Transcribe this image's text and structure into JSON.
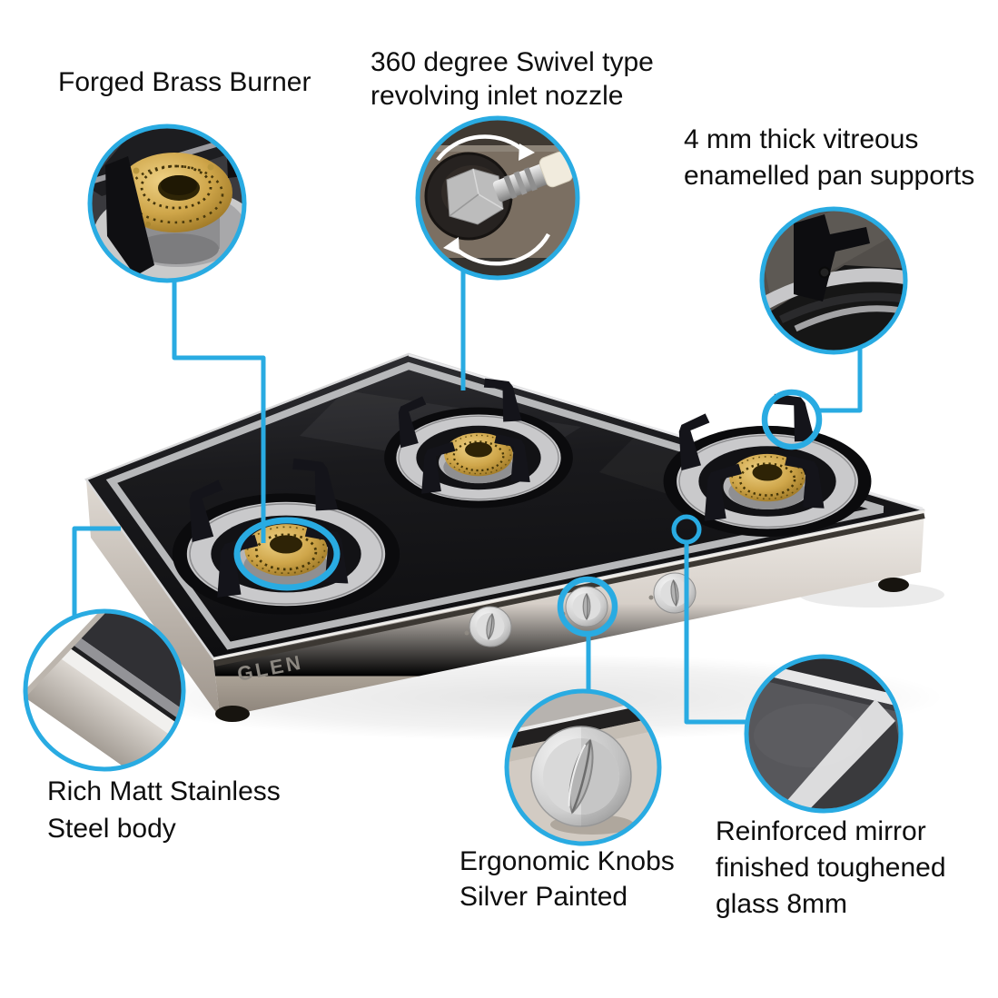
{
  "figure": {
    "kind": "product feature callout image",
    "background": "#ffffff"
  },
  "product": {
    "brand_logo": "GLEN"
  },
  "callouts": [
    {
      "id": "brass-burner",
      "inset_icon": "brass-burner-photo",
      "lines": [
        "Forged Brass Burner"
      ]
    },
    {
      "id": "inlet-nozzle",
      "inset_icon": "swivel-nozzle-photo",
      "lines": [
        "360 degree Swivel type",
        "revolving inlet nozzle"
      ]
    },
    {
      "id": "pan-supports",
      "inset_icon": "pan-support-photo",
      "lines": [
        "4 mm thick vitreous",
        "enamelled pan supports"
      ]
    },
    {
      "id": "steel-body",
      "inset_icon": "steel-body-corner-photo",
      "lines": [
        "Rich Matt Stainless",
        "Steel body"
      ]
    },
    {
      "id": "knobs",
      "inset_icon": "silver-knob-photo",
      "lines": [
        "Ergonomic Knobs",
        "Silver Painted"
      ]
    },
    {
      "id": "glass",
      "inset_icon": "toughened-glass-photo",
      "lines": [
        "Reinforced mirror",
        "finished toughened",
        "glass 8mm"
      ]
    }
  ],
  "colors": {
    "callout_blue": "#29abe2",
    "label_text": "#0e0e0e",
    "brass": "#c9a23f",
    "glass_black": "#17171a",
    "steel_panel": "#d2cbc3"
  }
}
